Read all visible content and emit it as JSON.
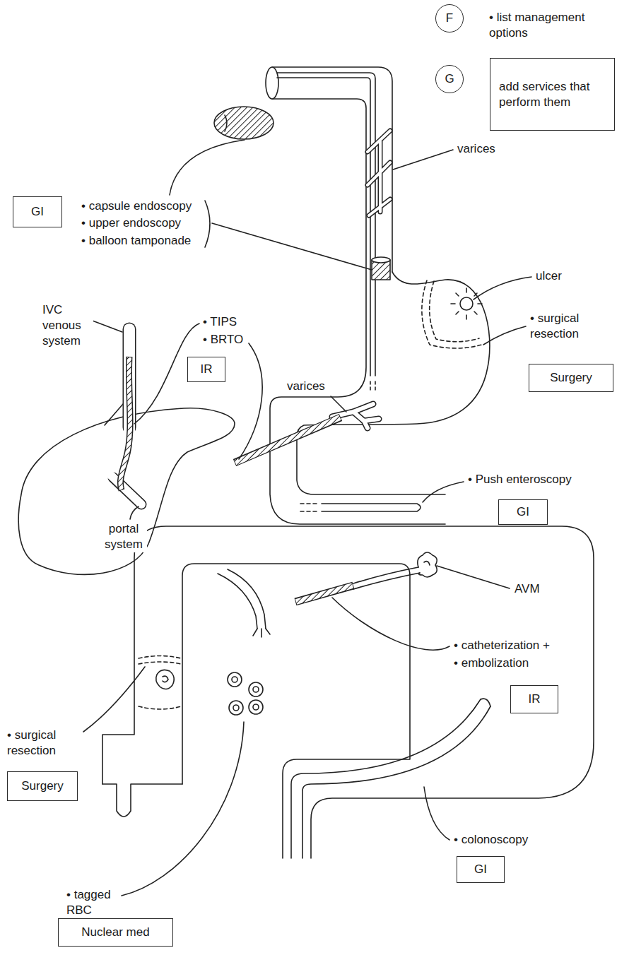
{
  "diagram": {
    "nodes": [
      {
        "text": [
          "F"
        ]
      },
      {
        "text": [
          "G"
        ]
      },
      {
        "text": [
          "add services that perform them"
        ]
      },
      {
        "text": [
          "GI"
        ]
      },
      {
        "text": [
          "IR"
        ]
      },
      {
        "text": [
          "Surgery"
        ]
      },
      {
        "text": [
          "GI"
        ]
      },
      {
        "text": [
          "IR"
        ]
      },
      {
        "text": [
          "Surgery"
        ]
      },
      {
        "text": [
          "GI"
        ]
      },
      {
        "text": [
          "Nuclear med"
        ]
      }
    ],
    "labels": [
      "• list management options",
      "varices",
      "• capsule endoscopy",
      "• upper endoscopy",
      "• balloon tamponade",
      "ulcer",
      "IVC venous system",
      "• TIPS",
      "• BRTO",
      "• surgical resection",
      "varices",
      "• Push enteroscopy",
      "portal system",
      "AVM",
      "• catheterization +",
      "• embolization",
      "• surgical resection",
      "• colonoscopy",
      "• tagged RBC"
    ]
  }
}
